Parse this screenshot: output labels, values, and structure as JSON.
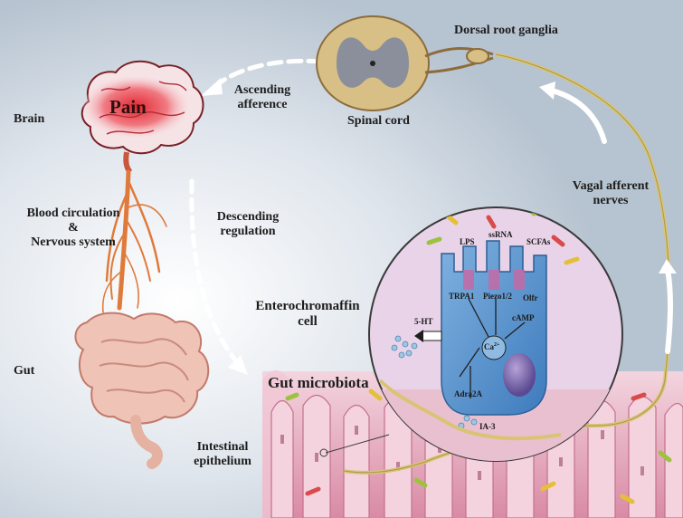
{
  "labels": {
    "pain": "Pain",
    "brain": "Brain",
    "blood_circulation": "Blood circulation",
    "ampersand": "&",
    "nervous_system": "Nervous system",
    "gut": "Gut",
    "intestinal": "Intestinal",
    "epithelium": "epithelium",
    "ascending": "Ascending",
    "afference": "afference",
    "descending": "Descending",
    "regulation": "regulation",
    "dorsal_root_ganglia": "Dorsal root ganglia",
    "spinal_cord": "Spinal cord",
    "vagal_afferent": "Vagal afferent",
    "nerves": "nerves",
    "enterochromaffin": "Enterochromaffin",
    "cell": "cell",
    "gut_microbiota": "Gut microbiota"
  },
  "cell_labels": {
    "lps": "LPS",
    "ssrna": "ssRNA",
    "scfas": "SCFAs",
    "trpa1": "TRPA1",
    "piezo": "Piezo1/2",
    "olfr": "Olfr",
    "camp": "cAMP",
    "ca": "Ca",
    "ca_sup": "2+",
    "ht5": "5-HT",
    "adra2a": "Adra2A",
    "ia3": "IA-3"
  },
  "colors": {
    "background": "#b9c5d2",
    "cell": "#5b96cf",
    "lumen": "#e9d3e8",
    "nerve": "#d8c474",
    "tissue": "#e6b3c3",
    "pain_glow": "#e42832"
  }
}
